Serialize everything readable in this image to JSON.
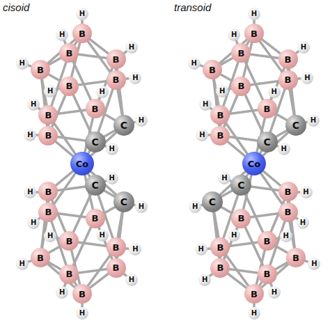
{
  "diagram": {
    "nodes": [
      {
        "text": [
          "Co"
        ]
      },
      {
        "text": [
          "C"
        ]
      },
      {
        "text": [
          "C"
        ]
      },
      {
        "text": [
          "B"
        ]
      },
      {
        "text": [
          "B"
        ]
      },
      {
        "text": [
          "B"
        ]
      },
      {
        "text": [
          "B"
        ]
      },
      {
        "text": [
          "B"
        ]
      },
      {
        "text": [
          "B"
        ]
      },
      {
        "text": [
          "B"
        ]
      },
      {
        "text": [
          "B"
        ]
      },
      {
        "text": [
          "B"
        ]
      },
      {
        "text": [
          "H"
        ]
      },
      {
        "text": [
          "H"
        ]
      },
      {
        "text": [
          "H"
        ]
      },
      {
        "text": [
          "H"
        ]
      },
      {
        "text": [
          "H"
        ]
      },
      {
        "text": [
          "H"
        ]
      },
      {
        "text": [
          "H"
        ]
      },
      {
        "text": [
          "H"
        ]
      },
      {
        "text": [
          "H"
        ]
      },
      {
        "text": [
          "H"
        ]
      },
      {
        "text": [
          "H"
        ]
      },
      {
        "text": [
          "C"
        ]
      },
      {
        "text": [
          "C"
        ]
      },
      {
        "text": [
          "B"
        ]
      },
      {
        "text": [
          "B"
        ]
      },
      {
        "text": [
          "B"
        ]
      },
      {
        "text": [
          "B"
        ]
      },
      {
        "text": [
          "B"
        ]
      },
      {
        "text": [
          "B"
        ]
      },
      {
        "text": [
          "B"
        ]
      },
      {
        "text": [
          "B"
        ]
      },
      {
        "text": [
          "B"
        ]
      },
      {
        "text": [
          "H"
        ]
      },
      {
        "text": [
          "H"
        ]
      },
      {
        "text": [
          "H"
        ]
      },
      {
        "text": [
          "H"
        ]
      },
      {
        "text": [
          "H"
        ]
      },
      {
        "text": [
          "H"
        ]
      },
      {
        "text": [
          "H"
        ]
      },
      {
        "text": [
          "H"
        ]
      },
      {
        "text": [
          "H"
        ]
      },
      {
        "text": [
          "H"
        ]
      },
      {
        "text": [
          "H"
        ]
      },
      {
        "text": [
          "Co"
        ]
      },
      {
        "text": [
          "C"
        ]
      },
      {
        "text": [
          "C"
        ]
      },
      {
        "text": [
          "B"
        ]
      },
      {
        "text": [
          "B"
        ]
      },
      {
        "text": [
          "B"
        ]
      },
      {
        "text": [
          "B"
        ]
      },
      {
        "text": [
          "B"
        ]
      },
      {
        "text": [
          "B"
        ]
      },
      {
        "text": [
          "B"
        ]
      },
      {
        "text": [
          "B"
        ]
      },
      {
        "text": [
          "B"
        ]
      },
      {
        "text": [
          "H"
        ]
      },
      {
        "text": [
          "H"
        ]
      },
      {
        "text": [
          "H"
        ]
      },
      {
        "text": [
          "H"
        ]
      },
      {
        "text": [
          "H"
        ]
      },
      {
        "text": [
          "H"
        ]
      },
      {
        "text": [
          "H"
        ]
      },
      {
        "text": [
          "H"
        ]
      },
      {
        "text": [
          "H"
        ]
      },
      {
        "text": [
          "H"
        ]
      },
      {
        "text": [
          "H"
        ]
      },
      {
        "text": [
          "C"
        ]
      },
      {
        "text": [
          "C"
        ]
      },
      {
        "text": [
          "B"
        ]
      },
      {
        "text": [
          "B"
        ]
      },
      {
        "text": [
          "B"
        ]
      },
      {
        "text": [
          "B"
        ]
      },
      {
        "text": [
          "B"
        ]
      },
      {
        "text": [
          "B"
        ]
      },
      {
        "text": [
          "B"
        ]
      },
      {
        "text": [
          "B"
        ]
      },
      {
        "text": [
          "B"
        ]
      },
      {
        "text": [
          "H"
        ]
      },
      {
        "text": [
          "H"
        ]
      },
      {
        "text": [
          "H"
        ]
      },
      {
        "text": [
          "H"
        ]
      },
      {
        "text": [
          "H"
        ]
      },
      {
        "text": [
          "H"
        ]
      },
      {
        "text": [
          "H"
        ]
      },
      {
        "text": [
          "H"
        ]
      },
      {
        "text": [
          "H"
        ]
      },
      {
        "text": [
          "H"
        ]
      },
      {
        "text": [
          "H"
        ]
      }
    ],
    "edges": [
      {
        "from": 0,
        "to": 1,
        "arrow": "none"
      },
      {
        "from": 0,
        "to": 2,
        "arrow": "none"
      },
      {
        "from": 0,
        "to": 3,
        "arrow": "none"
      },
      {
        "from": 0,
        "to": 4,
        "arrow": "none"
      },
      {
        "from": 0,
        "to": 5,
        "arrow": "none"
      },
      {
        "from": 1,
        "to": 2,
        "arrow": "none"
      },
      {
        "from": 2,
        "to": 3,
        "arrow": "none"
      },
      {
        "from": 3,
        "to": 4,
        "arrow": "none"
      },
      {
        "from": 4,
        "to": 5,
        "arrow": "none"
      },
      {
        "from": 5,
        "to": 1,
        "arrow": "none"
      },
      {
        "from": 1,
        "to": 6,
        "arrow": "none"
      },
      {
        "from": 2,
        "to": 7,
        "arrow": "none"
      },
      {
        "from": 3,
        "to": 8,
        "arrow": "none"
      },
      {
        "from": 4,
        "to": 9,
        "arrow": "none"
      },
      {
        "from": 5,
        "to": 10,
        "arrow": "none"
      },
      {
        "from": 1,
        "to": 10,
        "arrow": "none"
      },
      {
        "from": 2,
        "to": 6,
        "arrow": "none"
      },
      {
        "from": 3,
        "to": 7,
        "arrow": "none"
      },
      {
        "from": 4,
        "to": 8,
        "arrow": "none"
      },
      {
        "from": 5,
        "to": 9,
        "arrow": "none"
      },
      {
        "from": 6,
        "to": 7,
        "arrow": "none"
      },
      {
        "from": 7,
        "to": 8,
        "arrow": "none"
      },
      {
        "from": 8,
        "to": 9,
        "arrow": "none"
      },
      {
        "from": 9,
        "to": 10,
        "arrow": "none"
      },
      {
        "from": 10,
        "to": 6,
        "arrow": "none"
      },
      {
        "from": 6,
        "to": 11,
        "arrow": "none"
      },
      {
        "from": 7,
        "to": 11,
        "arrow": "none"
      },
      {
        "from": 8,
        "to": 11,
        "arrow": "none"
      },
      {
        "from": 9,
        "to": 11,
        "arrow": "none"
      },
      {
        "from": 10,
        "to": 11,
        "arrow": "none"
      },
      {
        "from": 1,
        "to": 12,
        "arrow": "none"
      },
      {
        "from": 2,
        "to": 13,
        "arrow": "none"
      },
      {
        "from": 3,
        "to": 14,
        "arrow": "none"
      },
      {
        "from": 4,
        "to": 15,
        "arrow": "none"
      },
      {
        "from": 5,
        "to": 16,
        "arrow": "none"
      },
      {
        "from": 6,
        "to": 17,
        "arrow": "none"
      },
      {
        "from": 7,
        "to": 18,
        "arrow": "none"
      },
      {
        "from": 8,
        "to": 19,
        "arrow": "none"
      },
      {
        "from": 9,
        "to": 20,
        "arrow": "none"
      },
      {
        "from": 10,
        "to": 21,
        "arrow": "none"
      },
      {
        "from": 11,
        "to": 22,
        "arrow": "none"
      },
      {
        "from": 0,
        "to": 23,
        "arrow": "none"
      },
      {
        "from": 0,
        "to": 24,
        "arrow": "none"
      },
      {
        "from": 0,
        "to": 25,
        "arrow": "none"
      },
      {
        "from": 0,
        "to": 26,
        "arrow": "none"
      },
      {
        "from": 0,
        "to": 27,
        "arrow": "none"
      },
      {
        "from": 23,
        "to": 24,
        "arrow": "none"
      },
      {
        "from": 24,
        "to": 25,
        "arrow": "none"
      },
      {
        "from": 25,
        "to": 26,
        "arrow": "none"
      },
      {
        "from": 26,
        "to": 27,
        "arrow": "none"
      },
      {
        "from": 27,
        "to": 23,
        "arrow": "none"
      },
      {
        "from": 23,
        "to": 28,
        "arrow": "none"
      },
      {
        "from": 24,
        "to": 29,
        "arrow": "none"
      },
      {
        "from": 25,
        "to": 30,
        "arrow": "none"
      },
      {
        "from": 26,
        "to": 31,
        "arrow": "none"
      },
      {
        "from": 27,
        "to": 32,
        "arrow": "none"
      },
      {
        "from": 23,
        "to": 32,
        "arrow": "none"
      },
      {
        "from": 24,
        "to": 28,
        "arrow": "none"
      },
      {
        "from": 25,
        "to": 29,
        "arrow": "none"
      },
      {
        "from": 26,
        "to": 30,
        "arrow": "none"
      },
      {
        "from": 27,
        "to": 31,
        "arrow": "none"
      },
      {
        "from": 28,
        "to": 29,
        "arrow": "none"
      },
      {
        "from": 29,
        "to": 30,
        "arrow": "none"
      },
      {
        "from": 30,
        "to": 31,
        "arrow": "none"
      },
      {
        "from": 31,
        "to": 32,
        "arrow": "none"
      },
      {
        "from": 32,
        "to": 28,
        "arrow": "none"
      },
      {
        "from": 28,
        "to": 33,
        "arrow": "none"
      },
      {
        "from": 29,
        "to": 33,
        "arrow": "none"
      },
      {
        "from": 30,
        "to": 33,
        "arrow": "none"
      },
      {
        "from": 31,
        "to": 33,
        "arrow": "none"
      },
      {
        "from": 32,
        "to": 33,
        "arrow": "none"
      },
      {
        "from": 23,
        "to": 34,
        "arrow": "none"
      },
      {
        "from": 24,
        "to": 35,
        "arrow": "none"
      },
      {
        "from": 25,
        "to": 36,
        "arrow": "none"
      },
      {
        "from": 26,
        "to": 37,
        "arrow": "none"
      },
      {
        "from": 27,
        "to": 38,
        "arrow": "none"
      },
      {
        "from": 28,
        "to": 39,
        "arrow": "none"
      },
      {
        "from": 29,
        "to": 40,
        "arrow": "none"
      },
      {
        "from": 30,
        "to": 41,
        "arrow": "none"
      },
      {
        "from": 31,
        "to": 42,
        "arrow": "none"
      },
      {
        "from": 32,
        "to": 43,
        "arrow": "none"
      },
      {
        "from": 33,
        "to": 44,
        "arrow": "none"
      },
      {
        "from": 45,
        "to": 46,
        "arrow": "none"
      },
      {
        "from": 45,
        "to": 47,
        "arrow": "none"
      },
      {
        "from": 45,
        "to": 48,
        "arrow": "none"
      },
      {
        "from": 45,
        "to": 49,
        "arrow": "none"
      },
      {
        "from": 45,
        "to": 50,
        "arrow": "none"
      },
      {
        "from": 46,
        "to": 47,
        "arrow": "none"
      },
      {
        "from": 47,
        "to": 48,
        "arrow": "none"
      },
      {
        "from": 48,
        "to": 49,
        "arrow": "none"
      },
      {
        "from": 49,
        "to": 50,
        "arrow": "none"
      },
      {
        "from": 50,
        "to": 46,
        "arrow": "none"
      },
      {
        "from": 46,
        "to": 51,
        "arrow": "none"
      },
      {
        "from": 47,
        "to": 52,
        "arrow": "none"
      },
      {
        "from": 48,
        "to": 53,
        "arrow": "none"
      },
      {
        "from": 49,
        "to": 54,
        "arrow": "none"
      },
      {
        "from": 50,
        "to": 55,
        "arrow": "none"
      },
      {
        "from": 46,
        "to": 55,
        "arrow": "none"
      },
      {
        "from": 47,
        "to": 51,
        "arrow": "none"
      },
      {
        "from": 48,
        "to": 52,
        "arrow": "none"
      },
      {
        "from": 49,
        "to": 53,
        "arrow": "none"
      },
      {
        "from": 50,
        "to": 54,
        "arrow": "none"
      },
      {
        "from": 51,
        "to": 52,
        "arrow": "none"
      },
      {
        "from": 52,
        "to": 53,
        "arrow": "none"
      },
      {
        "from": 53,
        "to": 54,
        "arrow": "none"
      },
      {
        "from": 54,
        "to": 55,
        "arrow": "none"
      },
      {
        "from": 55,
        "to": 51,
        "arrow": "none"
      },
      {
        "from": 51,
        "to": 56,
        "arrow": "none"
      },
      {
        "from": 52,
        "to": 56,
        "arrow": "none"
      },
      {
        "from": 53,
        "to": 56,
        "arrow": "none"
      },
      {
        "from": 54,
        "to": 56,
        "arrow": "none"
      },
      {
        "from": 55,
        "to": 56,
        "arrow": "none"
      },
      {
        "from": 46,
        "to": 57,
        "arrow": "none"
      },
      {
        "from": 47,
        "to": 58,
        "arrow": "none"
      },
      {
        "from": 48,
        "to": 59,
        "arrow": "none"
      },
      {
        "from": 49,
        "to": 60,
        "arrow": "none"
      },
      {
        "from": 50,
        "to": 61,
        "arrow": "none"
      },
      {
        "from": 51,
        "to": 62,
        "arrow": "none"
      },
      {
        "from": 52,
        "to": 63,
        "arrow": "none"
      },
      {
        "from": 53,
        "to": 64,
        "arrow": "none"
      },
      {
        "from": 54,
        "to": 65,
        "arrow": "none"
      },
      {
        "from": 55,
        "to": 66,
        "arrow": "none"
      },
      {
        "from": 56,
        "to": 67,
        "arrow": "none"
      },
      {
        "from": 45,
        "to": 68,
        "arrow": "none"
      },
      {
        "from": 45,
        "to": 69,
        "arrow": "none"
      },
      {
        "from": 45,
        "to": 70,
        "arrow": "none"
      },
      {
        "from": 45,
        "to": 71,
        "arrow": "none"
      },
      {
        "from": 45,
        "to": 72,
        "arrow": "none"
      },
      {
        "from": 68,
        "to": 69,
        "arrow": "none"
      },
      {
        "from": 69,
        "to": 70,
        "arrow": "none"
      },
      {
        "from": 70,
        "to": 71,
        "arrow": "none"
      },
      {
        "from": 71,
        "to": 72,
        "arrow": "none"
      },
      {
        "from": 72,
        "to": 68,
        "arrow": "none"
      },
      {
        "from": 68,
        "to": 73,
        "arrow": "none"
      },
      {
        "from": 69,
        "to": 74,
        "arrow": "none"
      },
      {
        "from": 70,
        "to": 75,
        "arrow": "none"
      },
      {
        "from": 71,
        "to": 76,
        "arrow": "none"
      },
      {
        "from": 72,
        "to": 77,
        "arrow": "none"
      },
      {
        "from": 68,
        "to": 77,
        "arrow": "none"
      },
      {
        "from": 69,
        "to": 73,
        "arrow": "none"
      },
      {
        "from": 70,
        "to": 74,
        "arrow": "none"
      },
      {
        "from": 71,
        "to": 75,
        "arrow": "none"
      },
      {
        "from": 72,
        "to": 76,
        "arrow": "none"
      },
      {
        "from": 73,
        "to": 74,
        "arrow": "none"
      },
      {
        "from": 74,
        "to": 75,
        "arrow": "none"
      },
      {
        "from": 75,
        "to": 76,
        "arrow": "none"
      },
      {
        "from": 76,
        "to": 77,
        "arrow": "none"
      },
      {
        "from": 77,
        "to": 73,
        "arrow": "none"
      },
      {
        "from": 73,
        "to": 78,
        "arrow": "none"
      },
      {
        "from": 74,
        "to": 78,
        "arrow": "none"
      },
      {
        "from": 75,
        "to": 78,
        "arrow": "none"
      },
      {
        "from": 76,
        "to": 78,
        "arrow": "none"
      },
      {
        "from": 77,
        "to": 78,
        "arrow": "none"
      },
      {
        "from": 68,
        "to": 79,
        "arrow": "none"
      },
      {
        "from": 69,
        "to": 80,
        "arrow": "none"
      },
      {
        "from": 70,
        "to": 81,
        "arrow": "none"
      },
      {
        "from": 71,
        "to": 82,
        "arrow": "none"
      },
      {
        "from": 72,
        "to": 83,
        "arrow": "none"
      },
      {
        "from": 73,
        "to": 84,
        "arrow": "none"
      },
      {
        "from": 74,
        "to": 85,
        "arrow": "none"
      },
      {
        "from": 75,
        "to": 86,
        "arrow": "none"
      },
      {
        "from": 76,
        "to": 87,
        "arrow": "none"
      },
      {
        "from": 77,
        "to": 88,
        "arrow": "none"
      },
      {
        "from": 78,
        "to": 89,
        "arrow": "none"
      }
    ],
    "labels": [
      "cisoid",
      "transoid"
    ]
  }
}
